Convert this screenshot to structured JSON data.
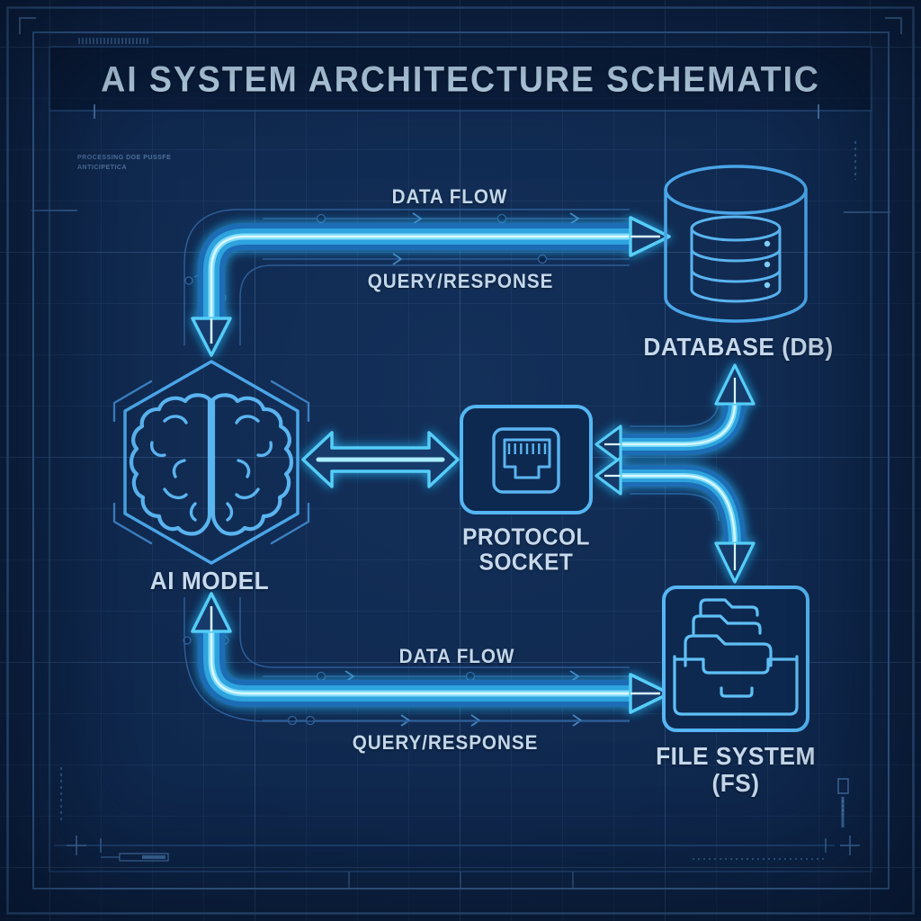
{
  "title": "AI SYSTEM ARCHITECTURE SCHEMATIC",
  "diagram": {
    "type": "architecture-schematic",
    "style": "blueprint",
    "nodes": {
      "ai_model": {
        "label": "AI MODEL",
        "icon": "brain-in-hexagon"
      },
      "database": {
        "label": "DATABASE (DB)",
        "icon": "database-cylinder"
      },
      "protocol_socket": {
        "label_line1": "PROTOCOL",
        "label_line2": "SOCKET",
        "icon": "ethernet-socket"
      },
      "file_system": {
        "label_line1": "FILE SYSTEM",
        "label_line2": "(FS)",
        "icon": "archive-folders"
      }
    },
    "edges": [
      {
        "from": "ai_model",
        "to": "database",
        "shape": "elbow-pipe",
        "direction": "bidirectional",
        "label_above": "DATA FLOW",
        "label_below": "QUERY/RESPONSE"
      },
      {
        "from": "ai_model",
        "to": "protocol_socket",
        "shape": "straight",
        "direction": "bidirectional"
      },
      {
        "from": "protocol_socket",
        "to": "database",
        "shape": "elbow-pipe",
        "direction": "bidirectional"
      },
      {
        "from": "protocol_socket",
        "to": "file_system",
        "shape": "elbow-pipe",
        "direction": "bidirectional"
      },
      {
        "from": "ai_model",
        "to": "file_system",
        "shape": "elbow-pipe",
        "direction": "bidirectional",
        "label_above": "DATA FLOW",
        "label_below": "QUERY/RESPONSE"
      }
    ],
    "edge_labels": {
      "top_data_flow": "DATA FLOW",
      "top_query_response": "QUERY/RESPONSE",
      "bottom_data_flow": "DATA FLOW",
      "bottom_query_response": "QUERY/RESPONSE"
    },
    "corner_note": {
      "line1": "PROCESSING DOE PUSSFE",
      "line2": "ANTICIPETICA"
    }
  },
  "colors": {
    "background": "#0e2549",
    "grid_line": "#2a4d80",
    "frame_line": "#3e6ea8",
    "component_stroke": "#4fa8ec",
    "pipe_glow": "#2fa3dd",
    "pipe_core": "#d9f8ff",
    "arrow_outline": "#54cdf7",
    "label_text": "#c7daed",
    "title_text": "#bed9ef"
  }
}
